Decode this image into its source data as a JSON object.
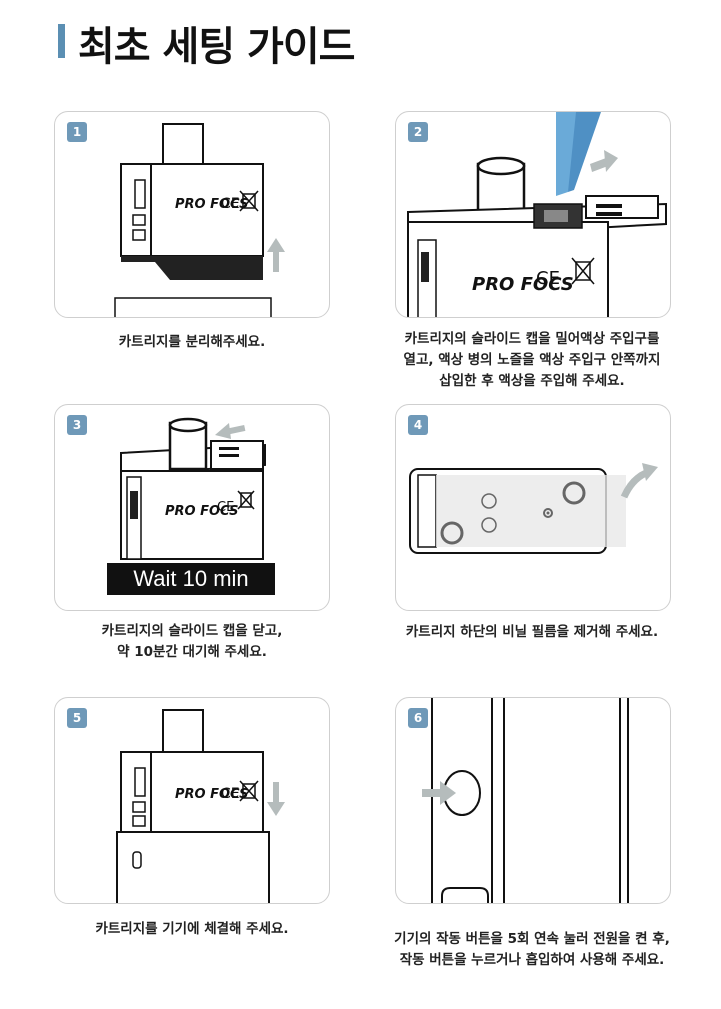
{
  "page": {
    "title": "최초 세팅 가이드"
  },
  "steps": [
    {
      "number": "1",
      "caption": "카트리지를 분리해주세요."
    },
    {
      "number": "2",
      "caption_lines": [
        "카트리지의 슬라이드 캡을 밀어액상 주입구를",
        "열고, 액상 병의 노즐을 액상 주입구 안쪽까지",
        "삽입한 후 액상을 주입해 주세요."
      ]
    },
    {
      "number": "3",
      "overlay": "Wait 10 min",
      "caption_lines": [
        "카트리지의 슬라이드 캡을 닫고,",
        "약 10분간 대기해 주세요."
      ]
    },
    {
      "number": "4",
      "caption": "카트리지 하단의 비닐 필름을 제거해 주세요."
    },
    {
      "number": "5",
      "caption": "카트리지를 기기에 체결해 주세요."
    },
    {
      "number": "6",
      "caption_lines": [
        "기기의 작동 버튼을 5회 연속 눌러 전원을 켠 후,",
        "작동 버튼을 누르거나 흡입하여 사용해 주세요."
      ]
    }
  ],
  "product_logo": "PRO FOCS",
  "ce_mark": "CE",
  "colors": {
    "accent": "#5b8fb3",
    "badge": "#6f99b8",
    "arrow": "#b5bcbc",
    "nozzle": "#6aaad8"
  }
}
